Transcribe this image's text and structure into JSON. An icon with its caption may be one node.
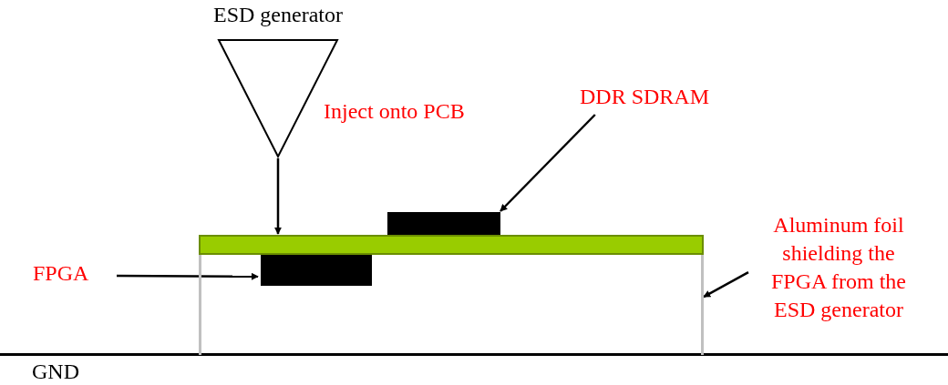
{
  "diagram": {
    "nodes": [
      {
        "text": [
          "ESD generator"
        ]
      },
      {
        "text": [
          "DDR SDRAM"
        ]
      },
      {
        "text": [],
        "shape": "bar"
      },
      {
        "text": [],
        "shape": "bar"
      },
      {
        "text": [
          "FPGA"
        ]
      },
      {
        "text": [],
        "shape": "box"
      },
      {
        "text": [],
        "shape": "bar",
        "in": 5
      },
      {
        "text": [
          "Aluminum foil shielding the FPGA from the ESD generator"
        ]
      }
    ],
    "edges": [
      {
        "from": 0,
        "to": 3,
        "arrow": "to",
        "label": "Inject onto PCB"
      },
      {
        "from": 1,
        "to": 2,
        "arrow": "to"
      },
      {
        "from": 4,
        "to": 6,
        "arrow": "to"
      },
      {
        "from": 7,
        "to": 5,
        "arrow": "to"
      }
    ],
    "labels": [
      "GND"
    ]
  }
}
